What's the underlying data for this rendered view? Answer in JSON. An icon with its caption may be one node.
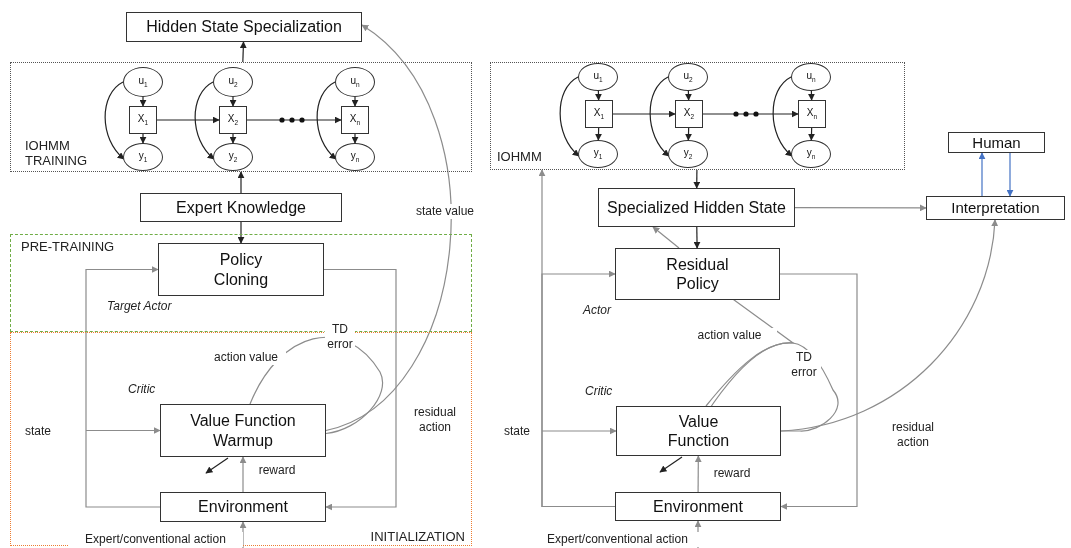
{
  "diagram": {
    "nodes": [
      {
        "text": [
          "Hidden State Specialization"
        ]
      },
      {
        "text": [
          "IOHMM TRAINING"
        ]
      },
      {
        "text": [
          "u$_{1}$"
        ],
        "in": 1
      },
      {
        "text": [
          "X$_{1}$"
        ],
        "in": 1
      },
      {
        "text": [
          "y$_{1}$"
        ],
        "in": 1
      },
      {
        "text": [
          "u$_{2}$"
        ],
        "in": 1
      },
      {
        "text": [
          "X$_{2}$"
        ],
        "in": 1
      },
      {
        "text": [
          "y$_{2}$"
        ],
        "in": 1
      },
      {
        "text": [
          "u$_{n}$"
        ],
        "in": 1
      },
      {
        "text": [
          "X$_{n}$"
        ],
        "in": 1
      },
      {
        "text": [
          "y$_{n}$"
        ],
        "in": 1
      },
      {
        "text": [
          "Expert Knowledge"
        ]
      },
      {
        "text": [
          "PRE-TRAINING"
        ]
      },
      {
        "text": [
          "Policy Cloning"
        ],
        "in": 12,
        "beside": [
          "Target Actor"
        ]
      },
      {
        "text": [
          "INITIALIZATION"
        ]
      },
      {
        "text": [
          "Value Function Warmup"
        ],
        "in": 14,
        "beside": [
          "Critic"
        ]
      },
      {
        "text": [
          "Environment"
        ],
        "in": 14
      },
      {
        "text": [
          "IOHMM"
        ]
      },
      {
        "text": [
          "u$_{1}$"
        ],
        "in": 17
      },
      {
        "text": [
          "X$_{1}$"
        ],
        "in": 17
      },
      {
        "text": [
          "y$_{1}$"
        ],
        "in": 17
      },
      {
        "text": [
          "u$_{2}$"
        ],
        "in": 17
      },
      {
        "text": [
          "X$_{2}$"
        ],
        "in": 17
      },
      {
        "text": [
          "y$_{2}$"
        ],
        "in": 17
      },
      {
        "text": [
          "u$_{n}$"
        ],
        "in": 17
      },
      {
        "text": [
          "X$_{n}$"
        ],
        "in": 17
      },
      {
        "text": [
          "y$_{n}$"
        ],
        "in": 17
      },
      {
        "text": [
          "Human"
        ]
      },
      {
        "text": [
          "Specialized Hidden State"
        ]
      },
      {
        "text": [
          "Interpretation"
        ]
      },
      {
        "text": [
          "Residual Policy"
        ],
        "beside": [
          "Actor"
        ]
      },
      {
        "text": [
          "Value Function"
        ],
        "beside": [
          "Critic"
        ]
      },
      {
        "text": [
          "Environment"
        ]
      }
    ],
    "edges": [
      {
        "from": 2,
        "to": 3,
        "arrow": "to"
      },
      {
        "from": 3,
        "to": 4,
        "arrow": "to"
      },
      {
        "from": 2,
        "to": 4,
        "arrow": "to"
      },
      {
        "from": 5,
        "to": 6,
        "arrow": "to"
      },
      {
        "from": 6,
        "to": 7,
        "arrow": "to"
      },
      {
        "from": 5,
        "to": 7,
        "arrow": "to"
      },
      {
        "from": 8,
        "to": 9,
        "arrow": "to"
      },
      {
        "from": 9,
        "to": 10,
        "arrow": "to"
      },
      {
        "from": 8,
        "to": 10,
        "arrow": "to"
      },
      {
        "from": 3,
        "to": 6,
        "arrow": "to"
      },
      {
        "from": 6,
        "to": 9,
        "arrow": "to"
      },
      {
        "from": 1,
        "to": 0,
        "arrow": "to"
      },
      {
        "from": 11,
        "to": 1,
        "arrow": "to"
      },
      {
        "from": 11,
        "to": 13,
        "arrow": "to"
      },
      {
        "from": 15,
        "to": 0,
        "arrow": "to",
        "label": "state value",
        "color": "#8c8c8c"
      },
      {
        "from": 15,
        "to": 15,
        "arrow": "none",
        "label": "TD error",
        "color": "#8c8c8c"
      },
      {
        "from": 13,
        "to": 16,
        "arrow": "to",
        "label": "residual action",
        "color": "#8c8c8c"
      },
      {
        "from": 16,
        "to": 13,
        "arrow": "to",
        "color": "#8c8c8c"
      },
      {
        "from": null,
        "to": 15,
        "arrow": "to",
        "label": "state",
        "color": "#8c8c8c"
      },
      {
        "from": 16,
        "to": 15,
        "arrow": "to",
        "label": "reward",
        "color": "#8c8c8c"
      },
      {
        "from": 15,
        "to": null,
        "arrow": "to"
      },
      {
        "from": null,
        "to": 16,
        "arrow": "to",
        "label": "Expert/conventional action",
        "color": "#8c8c8c"
      },
      {
        "from": 18,
        "to": 19,
        "arrow": "to"
      },
      {
        "from": 19,
        "to": 20,
        "arrow": "to"
      },
      {
        "from": 18,
        "to": 20,
        "arrow": "to"
      },
      {
        "from": 21,
        "to": 22,
        "arrow": "to"
      },
      {
        "from": 22,
        "to": 23,
        "arrow": "to"
      },
      {
        "from": 21,
        "to": 23,
        "arrow": "to"
      },
      {
        "from": 24,
        "to": 25,
        "arrow": "to"
      },
      {
        "from": 25,
        "to": 26,
        "arrow": "to"
      },
      {
        "from": 24,
        "to": 26,
        "arrow": "to"
      },
      {
        "from": 19,
        "to": 22,
        "arrow": "to"
      },
      {
        "from": 22,
        "to": 25,
        "arrow": "to"
      },
      {
        "from": 17,
        "to": 28,
        "arrow": "to"
      },
      {
        "from": 28,
        "to": 29,
        "arrow": "to",
        "color": "#8c8c8c"
      },
      {
        "from": 28,
        "to": 30,
        "arrow": "to"
      },
      {
        "from": 29,
        "to": 27,
        "arrow": "to",
        "color": "#4472c4"
      },
      {
        "from": 27,
        "to": 29,
        "arrow": "to",
        "color": "#4472c4"
      },
      {
        "from": 31,
        "to": 29,
        "arrow": "to",
        "color": "#8c8c8c"
      },
      {
        "from": 30,
        "to": 28,
        "arrow": "to",
        "color": "#8c8c8c"
      },
      {
        "from": 30,
        "to": 32,
        "arrow": "to",
        "label": "residual action",
        "color": "#8c8c8c"
      },
      {
        "from": 32,
        "to": 30,
        "arrow": "to",
        "color": "#8c8c8c"
      },
      {
        "from": 32,
        "to": 17,
        "arrow": "to",
        "color": "#8c8c8c"
      },
      {
        "from": 31,
        "to": 30,
        "arrow": "none",
        "label": "action value",
        "color": "#8c8c8c"
      },
      {
        "from": 31,
        "to": 31,
        "arrow": "none",
        "label": "TD error",
        "color": "#8c8c8c"
      },
      {
        "from": null,
        "to": 31,
        "arrow": "to",
        "label": "state",
        "color": "#8c8c8c"
      },
      {
        "from": 32,
        "to": 31,
        "arrow": "to",
        "label": "reward",
        "color": "#8c8c8c"
      },
      {
        "from": 31,
        "to": null,
        "arrow": "to"
      },
      {
        "from": null,
        "to": 32,
        "arrow": "to",
        "label": "Expert/conventional action",
        "color": "#8c8c8c"
      }
    ],
    "labels": [
      "action value"
    ]
  }
}
